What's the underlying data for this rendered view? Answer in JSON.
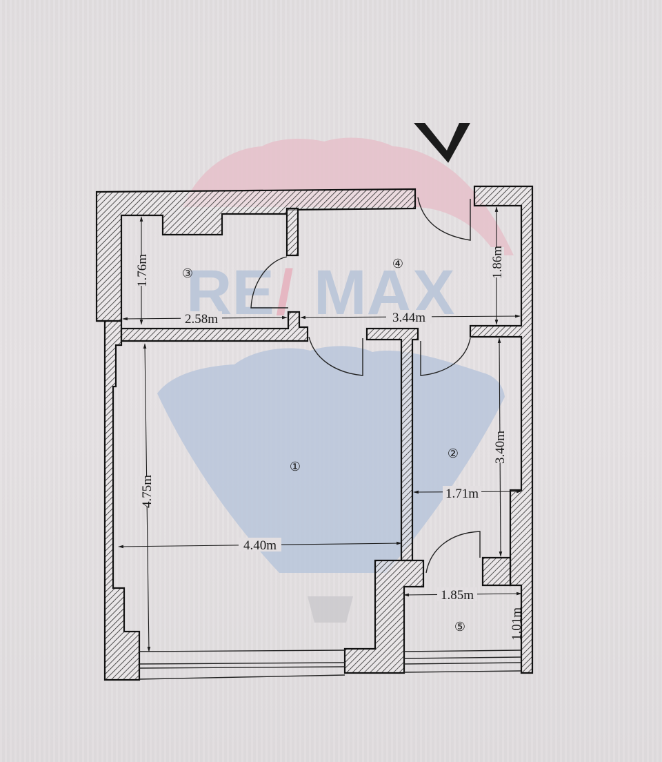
{
  "document": {
    "type": "apartment floor plan",
    "entrance_marker": "V"
  },
  "watermark": {
    "brand": "RE/MAX",
    "text_left": "RE",
    "text_slash": "/",
    "text_right": "MAX",
    "balloon_top_color": "#e7c3cc",
    "balloon_bottom_color": "#b9c6da",
    "text_color": "#b7c4d8",
    "slash_color": "#e6b3bf"
  },
  "colors": {
    "paper": "#e3dfe1",
    "wall_outline": "#111111",
    "hatch": "#222222",
    "ink": "#1a1a1a"
  },
  "rooms": [
    {
      "id": "1",
      "label": "①"
    },
    {
      "id": "2",
      "label": "②"
    },
    {
      "id": "3",
      "label": "③"
    },
    {
      "id": "4",
      "label": "④"
    },
    {
      "id": "5",
      "label": "⑤"
    }
  ],
  "dimensions": {
    "room3_height": "1.76m",
    "room3_width": "2.58m",
    "room4_width": "3.44m",
    "room4_height": "1.86m",
    "room1_height": "4.75m",
    "room1_width": "4.40m",
    "room2_height": "3.40m",
    "room2_width": "1.71m",
    "room5_width": "1.85m",
    "room5_height": "1.01m"
  }
}
